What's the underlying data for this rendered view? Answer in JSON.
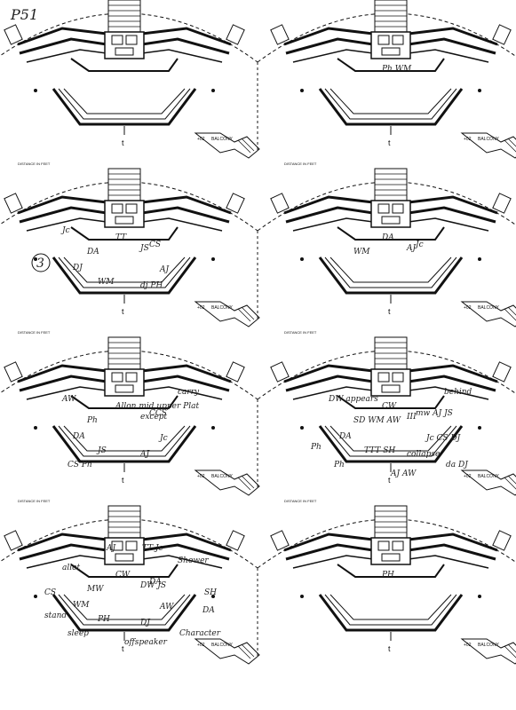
{
  "page_label": "P51",
  "panel_labels": {
    "axis_mark": "t",
    "balcony_tag": "+02",
    "balcony_word": "BALCONY",
    "scale_caption": "DISTANCE IN FEET"
  },
  "panels": [
    {
      "id": "p1",
      "annotations": []
    },
    {
      "id": "p2",
      "annotations": [
        "Ph WM"
      ]
    },
    {
      "id": "p3",
      "annotations": [
        "TT",
        "JS",
        "DA",
        "CS",
        "DJ",
        "AJ",
        "WM",
        "dj PH",
        "Jc"
      ]
    },
    {
      "id": "p4",
      "annotations": [
        "DA",
        "AJ",
        "WM",
        "Jc"
      ]
    },
    {
      "id": "p5",
      "annotations": [
        "Allon mid upper Plat",
        "except",
        "Ph",
        "CCS",
        "DA",
        "Jc",
        "JS",
        "AJ",
        "AW",
        "carry",
        "CS Ph"
      ]
    },
    {
      "id": "p6",
      "annotations": [
        "CW",
        "III",
        "SD WM AW",
        "mw AJ JS",
        "DA",
        "Jc CS DJ",
        "TTT SH",
        "collapse",
        "DW appears",
        "behind",
        "Ph",
        "da DJ",
        "AJ AW",
        "Ph"
      ]
    },
    {
      "id": "p7",
      "annotations": [
        "CW",
        "DW JS",
        "MW",
        "DA",
        "WM",
        "AW",
        "PH",
        "DJ",
        "allot",
        "Shower",
        "sleep",
        "Character",
        "offspeaker",
        "stand",
        "DA",
        "AJ",
        "TT Jc",
        "CS",
        "SH"
      ]
    },
    {
      "id": "p8",
      "annotations": [
        "PH"
      ]
    }
  ],
  "side_marks": {
    "circled_number": "3"
  }
}
